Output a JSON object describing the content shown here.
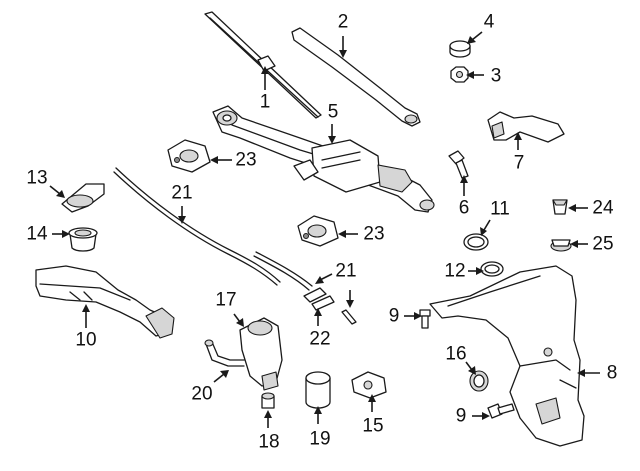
{
  "callouts": {
    "c1": "1",
    "c2": "2",
    "c3": "3",
    "c4": "4",
    "c5": "5",
    "c6": "6",
    "c7": "7",
    "c8": "8",
    "c9a": "9",
    "c9b": "9",
    "c10": "10",
    "c11": "11",
    "c12": "12",
    "c13": "13",
    "c14": "14",
    "c15": "15",
    "c16": "16",
    "c17": "17",
    "c18": "18",
    "c19": "19",
    "c20": "20",
    "c21a": "21",
    "c21b": "21",
    "c22": "22",
    "c23a": "23",
    "c23b": "23",
    "c24": "24",
    "c25": "25"
  }
}
